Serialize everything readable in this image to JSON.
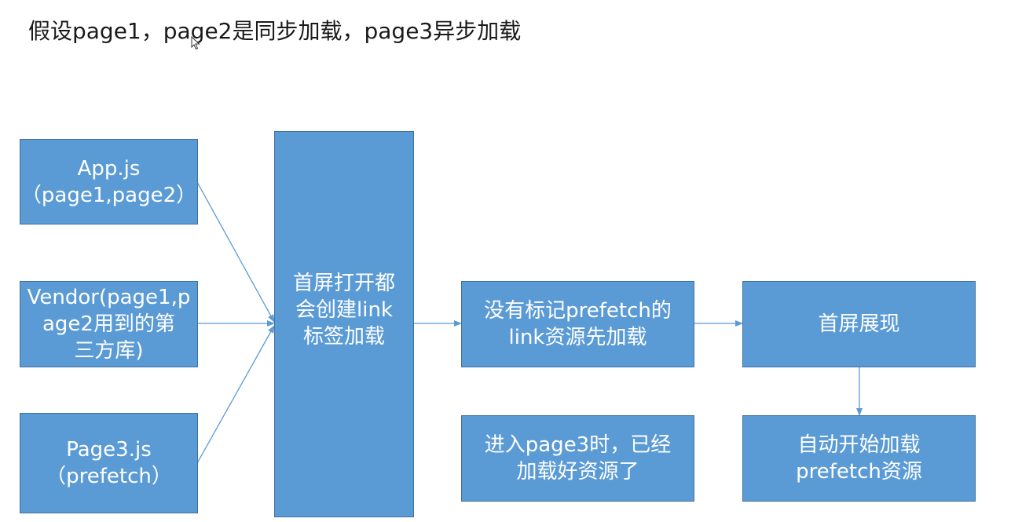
{
  "title": "假设page1，page2是同步加载，page3异步加载",
  "colors": {
    "box_fill": "#5b9bd5",
    "box_border": "#41719c",
    "box_text": "#ffffff",
    "connector": "#5b9bd5"
  },
  "nodes": {
    "app_js": {
      "line1": "App.js",
      "line2": "（page1,page2）"
    },
    "vendor": {
      "line1": "Vendor(page1,p",
      "line2": "age2用到的第",
      "line3": "三方库)"
    },
    "page3_js": {
      "line1": "Page3.js",
      "line2": "（prefetch）"
    },
    "first_open": {
      "line1": "首屏打开都",
      "line2": "会创建link",
      "line3": "标签加载"
    },
    "non_prefetch": {
      "line1": "没有标记prefetch的",
      "line2": "link资源先加载"
    },
    "first_screen_show": {
      "line1": "首屏展现"
    },
    "enter_page3": {
      "line1": "进入page3时，已经",
      "line2": "加载好资源了"
    },
    "auto_prefetch": {
      "line1": "自动开始加载",
      "line2": "prefetch资源"
    }
  }
}
